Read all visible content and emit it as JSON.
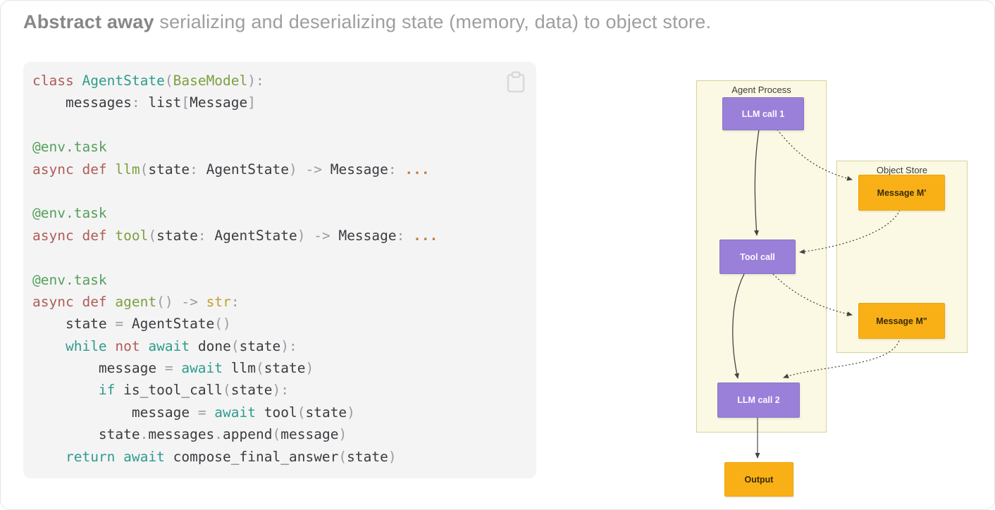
{
  "title": {
    "bold": "Abstract away",
    "rest": " serializing and deserializing state (memory, data) to object store."
  },
  "code": {
    "copy_icon": "clipboard-icon",
    "lines": [
      [
        {
          "t": "class ",
          "c": "kw"
        },
        {
          "t": "AgentState",
          "c": "cls"
        },
        {
          "t": "(",
          "c": "p"
        },
        {
          "t": "BaseModel",
          "c": "fn"
        },
        {
          "t": "):",
          "c": "p"
        }
      ],
      [
        {
          "t": "    messages",
          "c": "id"
        },
        {
          "t": ": ",
          "c": "p"
        },
        {
          "t": "list",
          "c": "id"
        },
        {
          "t": "[",
          "c": "p"
        },
        {
          "t": "Message",
          "c": "id"
        },
        {
          "t": "]",
          "c": "p"
        }
      ],
      [],
      [
        {
          "t": "@env.task",
          "c": "dec"
        }
      ],
      [
        {
          "t": "async ",
          "c": "kw"
        },
        {
          "t": "def ",
          "c": "kw"
        },
        {
          "t": "llm",
          "c": "fn"
        },
        {
          "t": "(",
          "c": "p"
        },
        {
          "t": "state",
          "c": "id"
        },
        {
          "t": ": ",
          "c": "p"
        },
        {
          "t": "AgentState",
          "c": "id"
        },
        {
          "t": ") ",
          "c": "p"
        },
        {
          "t": "-> ",
          "c": "p"
        },
        {
          "t": "Message",
          "c": "id"
        },
        {
          "t": ": ",
          "c": "p"
        },
        {
          "t": "...",
          "c": "ell"
        }
      ],
      [],
      [
        {
          "t": "@env.task",
          "c": "dec"
        }
      ],
      [
        {
          "t": "async ",
          "c": "kw"
        },
        {
          "t": "def ",
          "c": "kw"
        },
        {
          "t": "tool",
          "c": "fn"
        },
        {
          "t": "(",
          "c": "p"
        },
        {
          "t": "state",
          "c": "id"
        },
        {
          "t": ": ",
          "c": "p"
        },
        {
          "t": "AgentState",
          "c": "id"
        },
        {
          "t": ") ",
          "c": "p"
        },
        {
          "t": "-> ",
          "c": "p"
        },
        {
          "t": "Message",
          "c": "id"
        },
        {
          "t": ": ",
          "c": "p"
        },
        {
          "t": "...",
          "c": "ell"
        }
      ],
      [],
      [
        {
          "t": "@env.task",
          "c": "dec"
        }
      ],
      [
        {
          "t": "async ",
          "c": "kw"
        },
        {
          "t": "def ",
          "c": "kw"
        },
        {
          "t": "agent",
          "c": "fn"
        },
        {
          "t": "() ",
          "c": "p"
        },
        {
          "t": "-> ",
          "c": "p"
        },
        {
          "t": "str",
          "c": "bi"
        },
        {
          "t": ":",
          "c": "p"
        }
      ],
      [
        {
          "t": "    state ",
          "c": "id"
        },
        {
          "t": "= ",
          "c": "p"
        },
        {
          "t": "AgentState",
          "c": "id"
        },
        {
          "t": "()",
          "c": "p"
        }
      ],
      [
        {
          "t": "    ",
          "c": "id"
        },
        {
          "t": "while ",
          "c": "ctrl"
        },
        {
          "t": "not ",
          "c": "kw"
        },
        {
          "t": "await ",
          "c": "ctrl"
        },
        {
          "t": "done",
          "c": "id"
        },
        {
          "t": "(",
          "c": "p"
        },
        {
          "t": "state",
          "c": "id"
        },
        {
          "t": "):",
          "c": "p"
        }
      ],
      [
        {
          "t": "        message ",
          "c": "id"
        },
        {
          "t": "= ",
          "c": "p"
        },
        {
          "t": "await ",
          "c": "ctrl"
        },
        {
          "t": "llm",
          "c": "id"
        },
        {
          "t": "(",
          "c": "p"
        },
        {
          "t": "state",
          "c": "id"
        },
        {
          "t": ")",
          "c": "p"
        }
      ],
      [
        {
          "t": "        ",
          "c": "id"
        },
        {
          "t": "if ",
          "c": "ctrl"
        },
        {
          "t": "is_tool_call",
          "c": "id"
        },
        {
          "t": "(",
          "c": "p"
        },
        {
          "t": "state",
          "c": "id"
        },
        {
          "t": "):",
          "c": "p"
        }
      ],
      [
        {
          "t": "            message ",
          "c": "id"
        },
        {
          "t": "= ",
          "c": "p"
        },
        {
          "t": "await ",
          "c": "ctrl"
        },
        {
          "t": "tool",
          "c": "id"
        },
        {
          "t": "(",
          "c": "p"
        },
        {
          "t": "state",
          "c": "id"
        },
        {
          "t": ")",
          "c": "p"
        }
      ],
      [
        {
          "t": "        state",
          "c": "id"
        },
        {
          "t": ".",
          "c": "p"
        },
        {
          "t": "messages",
          "c": "id"
        },
        {
          "t": ".",
          "c": "p"
        },
        {
          "t": "append",
          "c": "id"
        },
        {
          "t": "(",
          "c": "p"
        },
        {
          "t": "message",
          "c": "id"
        },
        {
          "t": ")",
          "c": "p"
        }
      ],
      [
        {
          "t": "    ",
          "c": "id"
        },
        {
          "t": "return ",
          "c": "ctrl"
        },
        {
          "t": "await ",
          "c": "ctrl"
        },
        {
          "t": "compose_final_answer",
          "c": "id"
        },
        {
          "t": "(",
          "c": "p"
        },
        {
          "t": "state",
          "c": "id"
        },
        {
          "t": ")",
          "c": "p"
        }
      ]
    ]
  },
  "diagram": {
    "agent_process": {
      "title": "Agent Process",
      "nodes": [
        {
          "id": "llm-call-1",
          "label": "LLM call 1"
        },
        {
          "id": "tool-call",
          "label": "Tool call"
        },
        {
          "id": "llm-call-2",
          "label": "LLM call 2"
        }
      ]
    },
    "object_store": {
      "title": "Object Store",
      "nodes": [
        {
          "id": "message-m1",
          "label": "Message M'"
        },
        {
          "id": "message-m2",
          "label": "Message M\""
        }
      ]
    },
    "output": {
      "label": "Output"
    },
    "colors": {
      "node_purple": "#9b80d9",
      "node_orange": "#f9b017",
      "container_bg": "#fbf9e3",
      "container_border": "#d9d199",
      "arrow": "#444444"
    }
  }
}
